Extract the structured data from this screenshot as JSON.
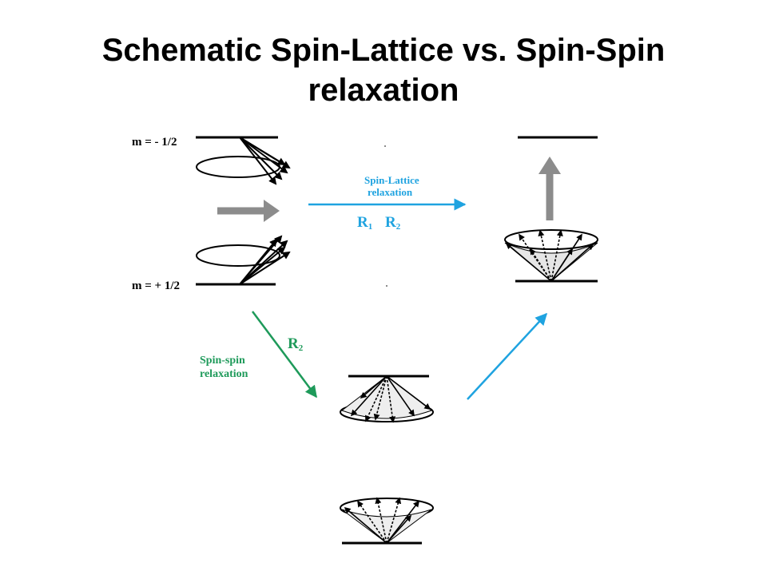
{
  "title": {
    "line1": "Schematic Spin-Lattice vs. Spin-Spin",
    "line2": "relaxation"
  },
  "levels": {
    "upper": "m = - 1/2",
    "lower": "m = + 1/2"
  },
  "spin_lattice": {
    "label_line1": "Spin-Lattice",
    "label_line2": "relaxation",
    "rate1": "R",
    "rate1_sub": "1",
    "rate2": "R",
    "rate2_sub": "2",
    "color": "#1fa3e0"
  },
  "spin_spin": {
    "label_line1": "Spin-spin",
    "label_line2": "relaxation",
    "rate": "R",
    "rate_sub": "2",
    "color": "#1e9a5a"
  },
  "colors": {
    "gray_arrow": "#8c8c8c",
    "blue_arrow": "#1fa3e0",
    "green_arrow": "#1e9a5a",
    "ink": "#000000"
  }
}
